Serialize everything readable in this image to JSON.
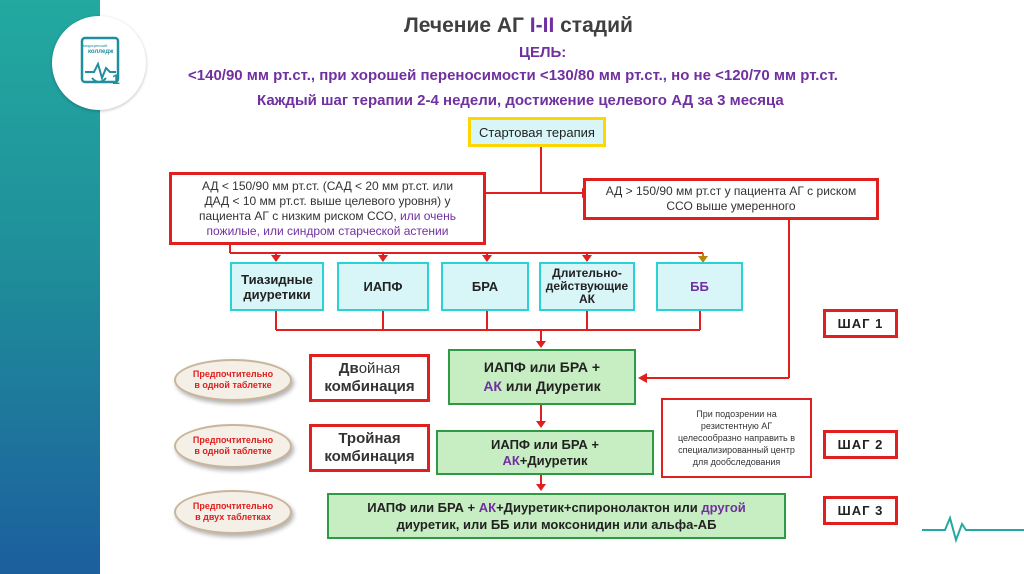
{
  "title": {
    "part1": "Лечение АГ ",
    "part2": "I-II",
    "part3": " стадий"
  },
  "goal_label": "ЦЕЛЬ:",
  "goal_text": "<140/90 мм рт.ст., при хорошей переносимости <130/80 мм рт.ст., но не <120/70 мм рт.ст.",
  "step_note": "Каждый шаг терапии 2-4 недели, достижение целевого АД за 3 месяца",
  "start": "Стартовая терапия",
  "low_risk": {
    "line1": "АД < 150/90 мм рт.ст. (САД < 20 мм рт.ст. или",
    "line2": "ДАД < 10 мм рт.ст. выше целевого уровня) у",
    "line3a": "пациента  АГ с низким риском ССО, ",
    "line3b": "или очень",
    "line4": "пожилые, или синдром старческой астении"
  },
  "high_risk": {
    "line1": "АД > 150/90 мм рт.ст у пациента АГ с риском",
    "line2": "ССО выше умеренного"
  },
  "drugs": [
    {
      "line1": "Тиазидные",
      "line2": "диуретики"
    },
    {
      "line1": "ИАПФ"
    },
    {
      "line1": "БРА"
    },
    {
      "line1": "Длительно-",
      "line2": "действующие",
      "line3": "АК"
    },
    {
      "line1": "ББ"
    }
  ],
  "steps": [
    "ШАГ 1",
    "ШАГ 2",
    "ШАГ 3"
  ],
  "dual": {
    "line1a": "Дв",
    "line1b": "ойная",
    "line2": "комбинация"
  },
  "triple": {
    "line1": "Тройная",
    "line2": "комбинация"
  },
  "combo2": {
    "line1": "ИАПФ или БРА +",
    "line2a": "АК",
    "line2b": " или Диуретик"
  },
  "combo3": {
    "line1": "ИАПФ или БРА +",
    "line2a": "АК",
    "line2b": "+Диуретик"
  },
  "combo4": {
    "line1a": "ИАПФ или БРА + ",
    "line1b": "АК",
    "line1c": "+Диуретик+спиронолактон или ",
    "line1d": "другой",
    "line2": "диуретик, или ББ или моксонидин или альфа-АБ"
  },
  "resistant": {
    "line1": "При подозрении на",
    "line2": "резистентную АГ",
    "line3": "целесообразно направить в",
    "line4": "специализированный центр",
    "line5": "для дообследования"
  },
  "ovals": [
    {
      "line1": "Предпочтительно",
      "line2": "в одной таблетке"
    },
    {
      "line1": "Предпочтительно",
      "line2": "в одной таблетке"
    },
    {
      "line1": "Предпочтительно",
      "line2": "в двух таблетках"
    }
  ],
  "logo_text": {
    "line1": "медицинский",
    "line2": "колледж",
    "num": "1"
  },
  "colors": {
    "red": "#e0201f",
    "purple": "#7030a0",
    "title_dark": "#404040",
    "cyan": "#2ad2d6",
    "green": "#2f9a44",
    "yellow": "#ffd700"
  }
}
